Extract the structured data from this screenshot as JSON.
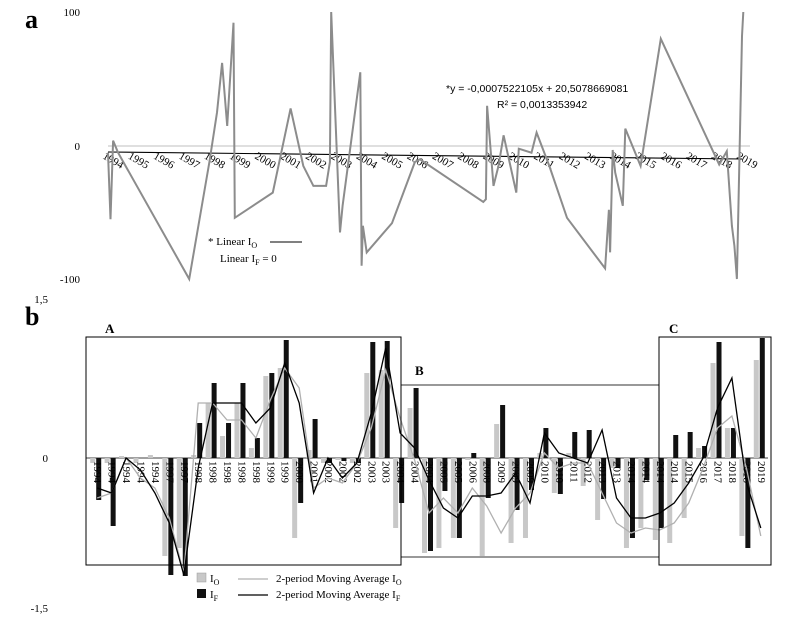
{
  "panel_a": {
    "label": "a",
    "equation": "*y = -0,0007522105x + 20,5078669081",
    "r2": "R² = 0,0013353942",
    "legend_linear_io_prefix": "* Linear I",
    "legend_linear_io_sub": "O",
    "legend_linear_if_prefix": "Linear I",
    "legend_linear_if_sub": "F",
    "legend_linear_if_suffix": " = 0"
  },
  "panel_b": {
    "label": "b",
    "box_labels": [
      "A",
      "B",
      "C"
    ],
    "legend": {
      "io_prefix": "I",
      "io_sub": "O",
      "if_prefix": "I",
      "if_sub": "F",
      "ma_io_prefix": "2-period Moving Average I",
      "ma_io_sub": "O",
      "ma_if_prefix": "2-period Moving Average I",
      "ma_if_sub": "F"
    }
  },
  "colors": {
    "io": "#c8c8c8",
    "if": "#111111",
    "line_a": "#8c8c8c",
    "ma_io": "#b0b0b0",
    "ma_if": "#000000"
  },
  "chart_data": [
    {
      "type": "line",
      "ylim": [
        -100,
        100
      ],
      "yticks": [
        "100",
        "0",
        "-100"
      ],
      "xticks": [
        "1994",
        "1995",
        "1996",
        "1997",
        "1998",
        "1999",
        "2000",
        "2001",
        "2002",
        "2003",
        "2004",
        "2005",
        "2006",
        "2007",
        "2008",
        "2009",
        "2010",
        "2011",
        "2012",
        "2013",
        "2014",
        "2015",
        "2016",
        "2017",
        "2018",
        "2019"
      ],
      "series": [
        {
          "name": "",
          "x": [
            1994.0,
            1994.1,
            1994.2,
            1994.4,
            1997.2,
            1998.0,
            1998.3,
            1998.5,
            1998.7,
            1998.95,
            1999.0,
            2000.5,
            2001.2,
            2001.7,
            2002.1,
            2002.4,
            2002.6,
            2002.75,
            2002.8,
            2003.15,
            2003.25,
            2003.95,
            2004.0,
            2004.05,
            2004.2,
            2005.2,
            2006.1,
            2006.3,
            2008.8,
            2008.9,
            2008.95,
            2009.2,
            2009.4,
            2009.6,
            2010.1,
            2010.2,
            2010.7,
            2010.9,
            2011.4,
            2012.1,
            2013.6,
            2013.75,
            2013.8,
            2013.9,
            2014.0,
            2014.3,
            2014.4,
            2015.0,
            2015.8,
            2018.1,
            2018.4,
            2018.6,
            2018.7,
            2018.8,
            2019.0,
            2019.05
          ],
          "y": [
            -5,
            -55,
            4,
            -5,
            -100,
            -12,
            25,
            62,
            15,
            92,
            -54,
            -35,
            28,
            -15,
            -30,
            -30,
            -30,
            -12,
            100,
            -65,
            -45,
            55,
            -90,
            -60,
            -80,
            -58,
            -12,
            -10,
            -42,
            -40,
            30,
            -30,
            -15,
            8,
            -35,
            -2,
            -5,
            10,
            -15,
            -54,
            -92,
            -48,
            -80,
            -3,
            -20,
            -45,
            13,
            -15,
            80,
            -14,
            -4,
            -60,
            -75,
            -100,
            82,
            100
          ]
        }
      ],
      "trendline": {
        "slope": -0.0007522105,
        "intercept": 20.5078669081
      }
    },
    {
      "type": "bar",
      "ylim": [
        -1.5,
        1.5
      ],
      "yticks": [
        "1,5",
        "0",
        "-1,5"
      ],
      "categories": [
        "1994",
        "1994",
        "1994",
        "1994",
        "1994",
        "1997",
        "1997",
        "1998",
        "1998",
        "1998",
        "1998",
        "1998",
        "1999",
        "1999",
        "2000",
        "2001",
        "2002",
        "2002",
        "2002",
        "2003",
        "2003",
        "2004",
        "2004",
        "2004",
        "2005",
        "2005",
        "2006",
        "2008",
        "2009",
        "2009",
        "2009",
        "2010",
        "2010",
        "2011",
        "2012",
        "2013",
        "2013",
        "2014",
        "2014",
        "2014",
        "2014",
        "2015",
        "2016",
        "2017",
        "2018",
        "2018",
        "2019"
      ],
      "series": [
        {
          "name": "I_O",
          "values": [
            -0.05,
            -0.05,
            0.02,
            -0.05,
            0.03,
            -0.98,
            -0.9,
            0.03,
            0.55,
            0.22,
            0.55,
            0.1,
            0.82,
            0.9,
            -0.8,
            0.08,
            -0.05,
            -0.02,
            -0.05,
            0.85,
            0.88,
            -0.7,
            0.5,
            -0.95,
            -0.9,
            -0.8,
            -0.02,
            -0.98,
            0.34,
            -0.85,
            -0.8,
            0.05,
            -0.35,
            0.05,
            -0.28,
            -0.62,
            -0.1,
            -0.9,
            -0.7,
            -0.82,
            -0.85,
            -0.6,
            0.1,
            0.95,
            0.3,
            -0.78,
            0.98
          ]
        },
        {
          "name": "I_F",
          "values": [
            -0.42,
            -0.68,
            0,
            0,
            0,
            -1.17,
            -1.18,
            0.35,
            0.75,
            0.35,
            0.75,
            0.2,
            0.85,
            1.18,
            -0.45,
            0.39,
            -0.05,
            -0.03,
            -0.05,
            1.16,
            1.17,
            -0.45,
            0.7,
            -0.93,
            -0.33,
            -0.8,
            0.05,
            -0.4,
            0.53,
            -0.52,
            -0.32,
            0.3,
            -0.36,
            0.26,
            0.28,
            -0.41,
            -0.1,
            -0.8,
            -0.22,
            -0.7,
            0.23,
            0.26,
            0.12,
            1.16,
            0.3,
            -0.9,
            1.2
          ]
        },
        {
          "name": "2-period Moving Average I_O",
          "values": [
            -0.4,
            -0.35,
            0,
            -0.2,
            -0.3,
            -0.6,
            -1.15,
            0.55,
            0.55,
            0.38,
            0.38,
            0.2,
            0.58,
            0.9,
            0.7,
            -0.3,
            -0.2,
            -0.25,
            -0.05,
            0.3,
            0.88,
            0.4,
            -0.02,
            -0.55,
            -0.4,
            -0.55,
            -0.3,
            -0.48,
            -0.75,
            -0.5,
            -0.35,
            0.05,
            -0.1,
            -0.05,
            -0.05,
            -0.35,
            -0.65,
            -0.75,
            -0.7,
            -0.72,
            -0.65,
            -0.45,
            -0.1,
            0.3,
            0.42,
            -0.1,
            -0.78
          ]
        },
        {
          "name": "2-period Moving Average I_F",
          "values": [
            -0.3,
            -0.35,
            0,
            -0.12,
            -0.35,
            -0.65,
            -1.17,
            -0.1,
            0.55,
            0.55,
            0.55,
            0.35,
            0.5,
            0.95,
            0.55,
            -0.35,
            0,
            -0.2,
            -0.05,
            0.45,
            1.1,
            0.25,
            0.1,
            -0.22,
            -0.5,
            -0.6,
            -0.38,
            -0.38,
            -0.35,
            -0.15,
            -0.45,
            0.25,
            0.05,
            0,
            -0.05,
            0.28,
            -0.4,
            -0.6,
            -0.6,
            -0.55,
            -0.45,
            -0.25,
            0,
            0.5,
            0.8,
            -0.25,
            -0.7
          ]
        }
      ]
    }
  ]
}
